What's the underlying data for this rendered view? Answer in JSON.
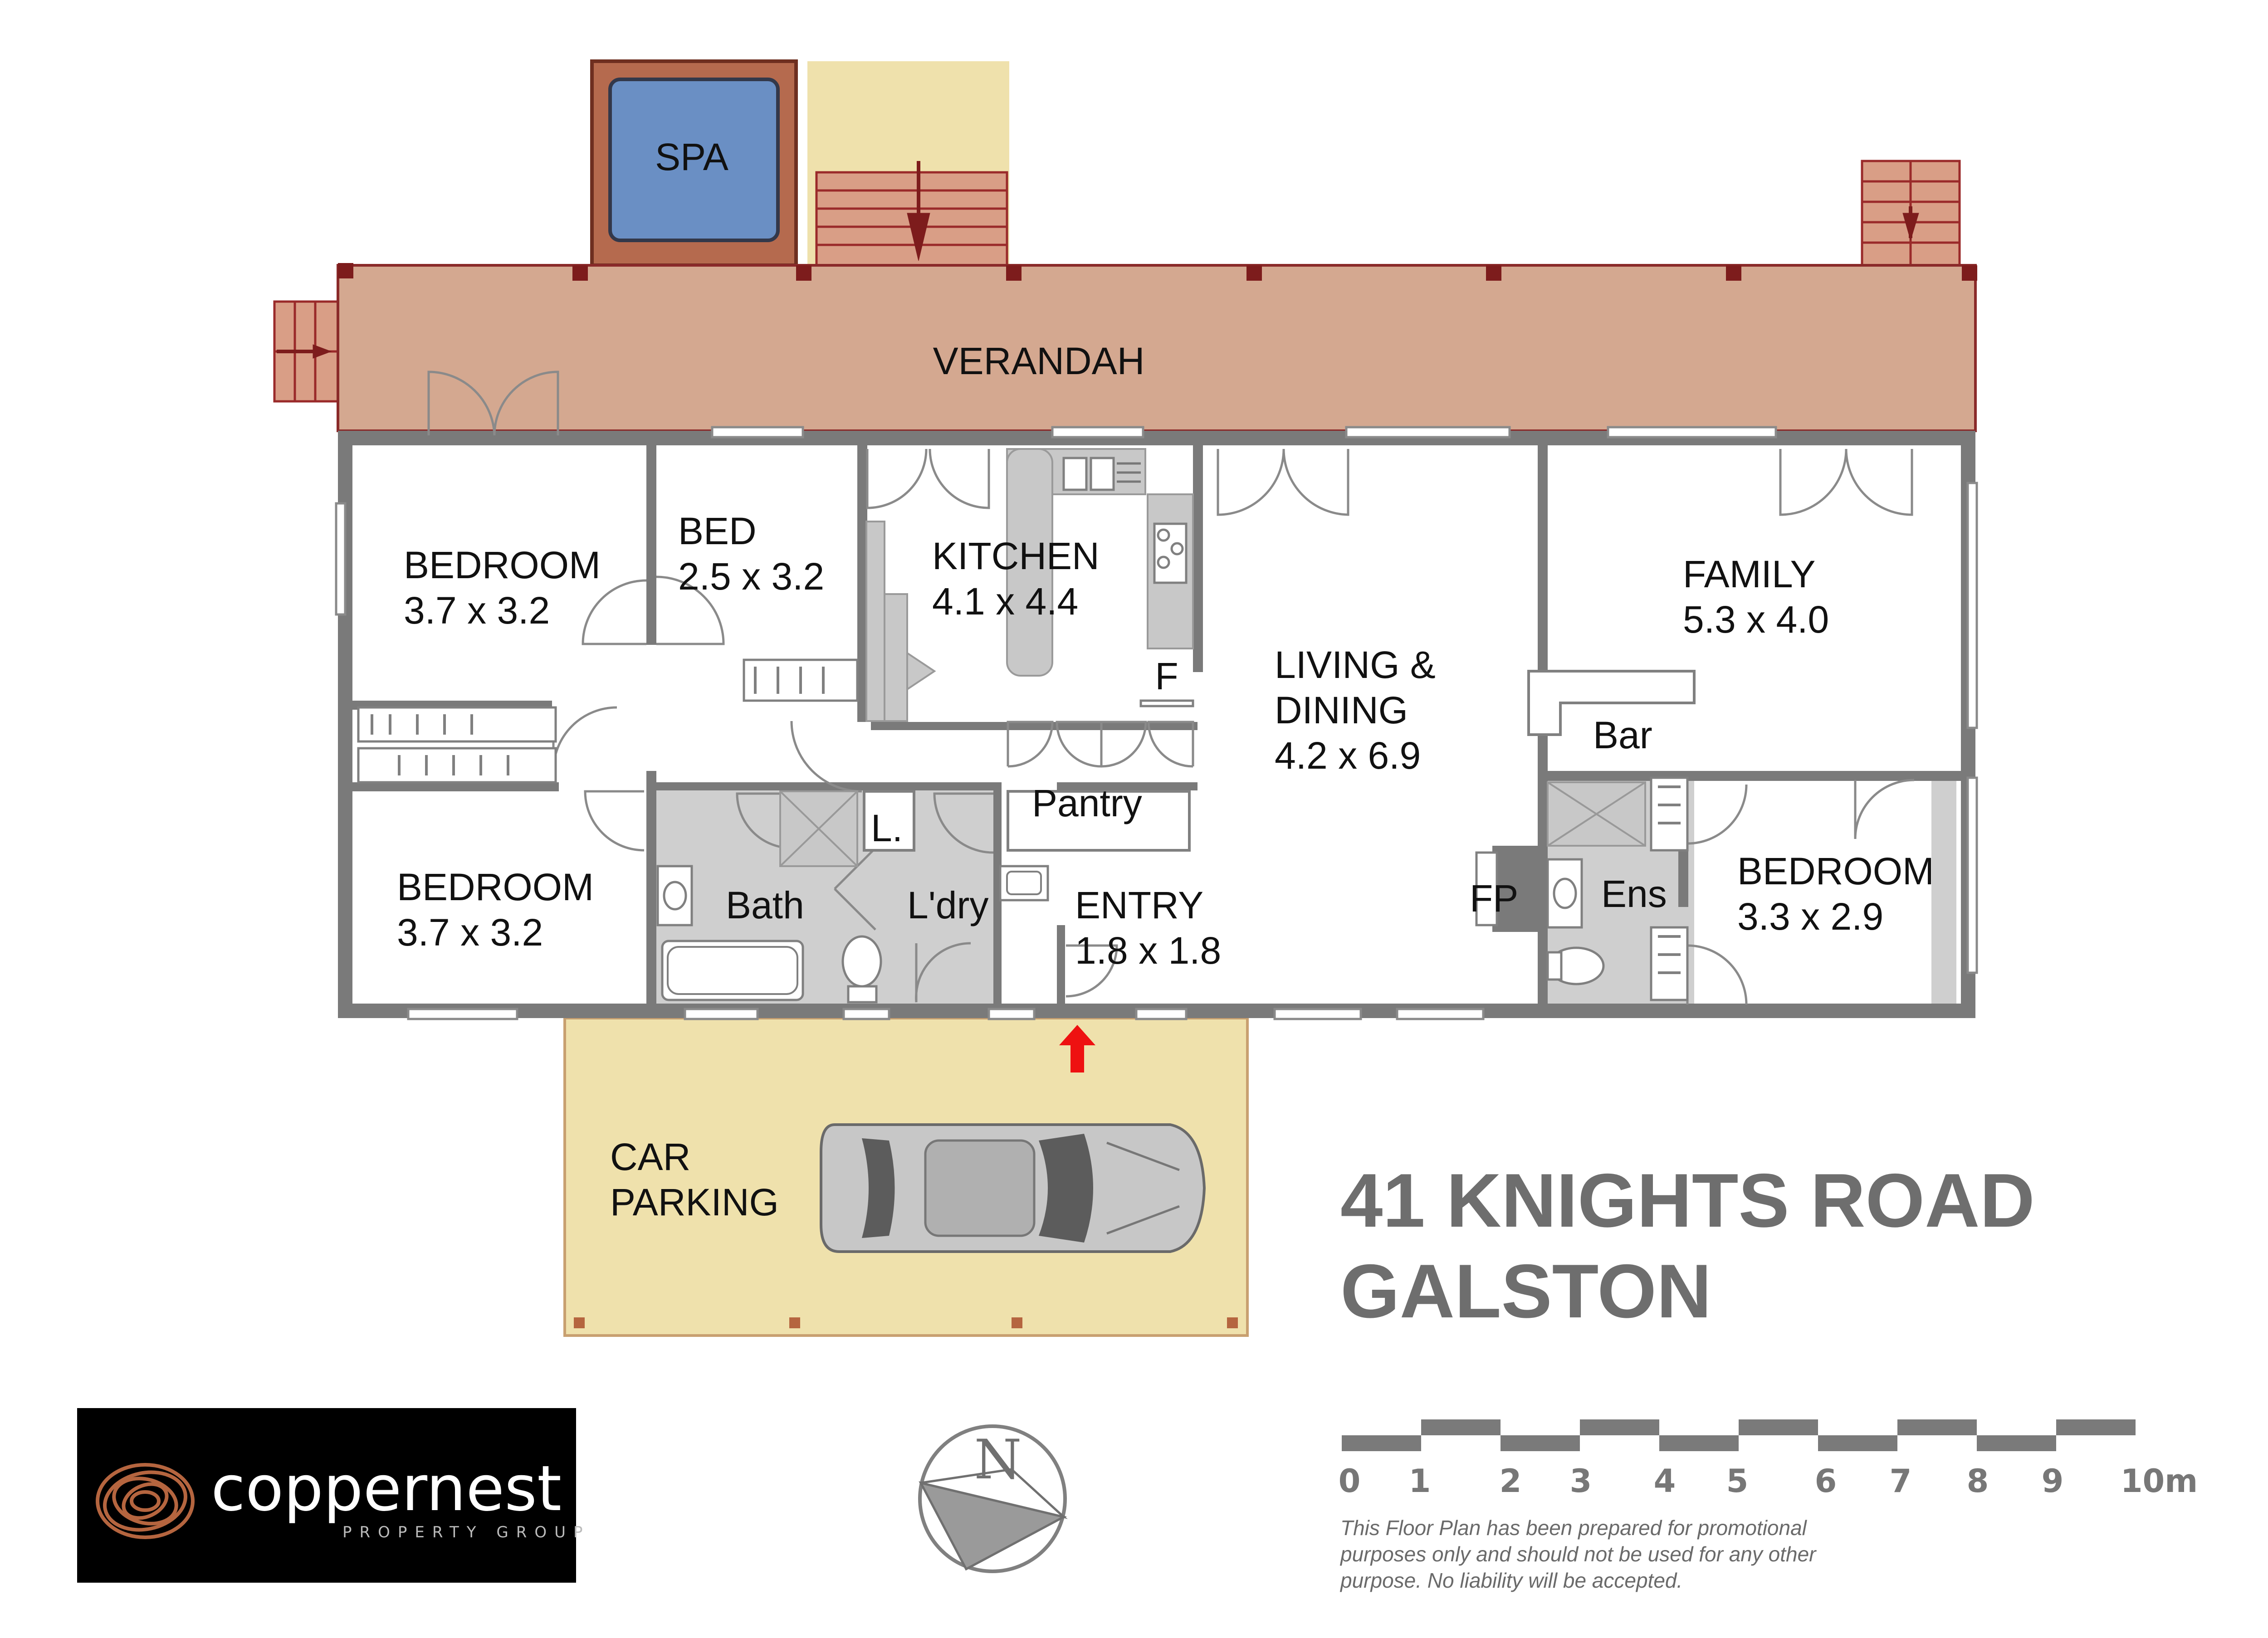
{
  "labels": {
    "spa": "SPA",
    "verandah": "VERANDAH",
    "bedroom1": "BEDROOM",
    "bedroom1_dim": "3.7 x 3.2",
    "bed2": "BED",
    "bed2_dim": "2.5 x 3.2",
    "kitchen": "KITCHEN",
    "kitchen_dim": "4.1 x 4.4",
    "fridge": "F",
    "living": "LIVING &",
    "dining": "DINING",
    "living_dim": "4.2 x 6.9",
    "family": "FAMILY",
    "family_dim": "5.3 x 4.0",
    "bar": "Bar",
    "pantry": "Pantry",
    "bedroom3": "BEDROOM",
    "bedroom3_dim": "3.7 x 3.2",
    "linen": "L.",
    "bath": "Bath",
    "laundry": "L'dry",
    "entry": "ENTRY",
    "entry_dim": "1.8 x 1.8",
    "fireplace": "FP",
    "ensuite": "Ens",
    "bedroom4": "BEDROOM",
    "bedroom4_dim": "3.3 x 2.9",
    "car1": "CAR",
    "car2": "PARKING"
  },
  "address": {
    "line1": "41 KNIGHTS ROAD",
    "line2": "GALSTON"
  },
  "scale": {
    "ticks": [
      "0",
      "1",
      "2",
      "3",
      "4",
      "5",
      "6",
      "7",
      "8",
      "9",
      "10m"
    ]
  },
  "disclaimer": {
    "line1": "This Floor Plan has been prepared for promotional",
    "line2": "purposes only and should not be used for any other",
    "line3": "purpose. No liability will be accepted."
  },
  "compass": {
    "label": "N"
  },
  "logo": {
    "name": "coppernest",
    "tagline": "PROPERTY GROUP"
  },
  "colors": {
    "verandah": "#d4a890",
    "deck": "#efe1ac",
    "spa_water": "#6a8fc4",
    "spa_surround": "#b56a4e",
    "walls": "#7a7a7a",
    "wet_areas": "#c8c8c8",
    "entry_arrow": "#ee1111",
    "address_text": "#6e6e6e"
  }
}
